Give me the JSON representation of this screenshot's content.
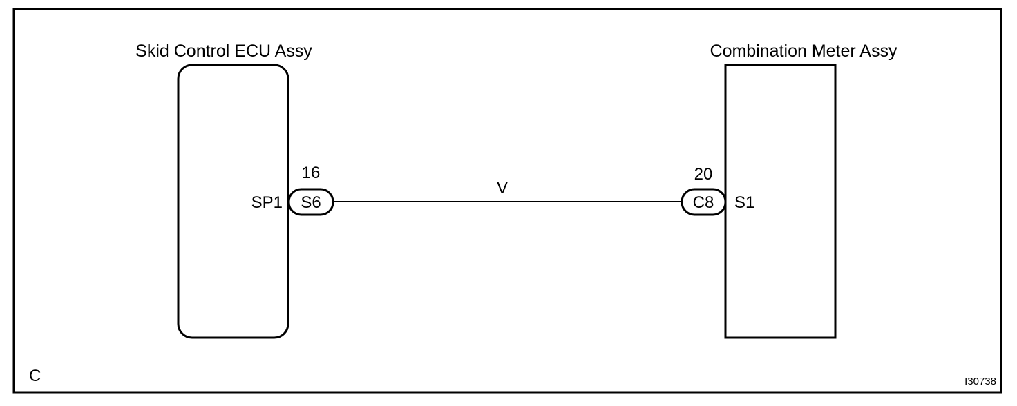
{
  "diagram": {
    "corner_label": "C",
    "figure_id": "I30738",
    "wire_color": "V",
    "left_component": {
      "title": "Skid Control ECU Assy",
      "terminal_name": "SP1",
      "pin_number": "16",
      "connector": "S6"
    },
    "right_component": {
      "title": "Combination Meter Assy",
      "terminal_name": "S1",
      "pin_number": "20",
      "connector": "C8"
    }
  }
}
